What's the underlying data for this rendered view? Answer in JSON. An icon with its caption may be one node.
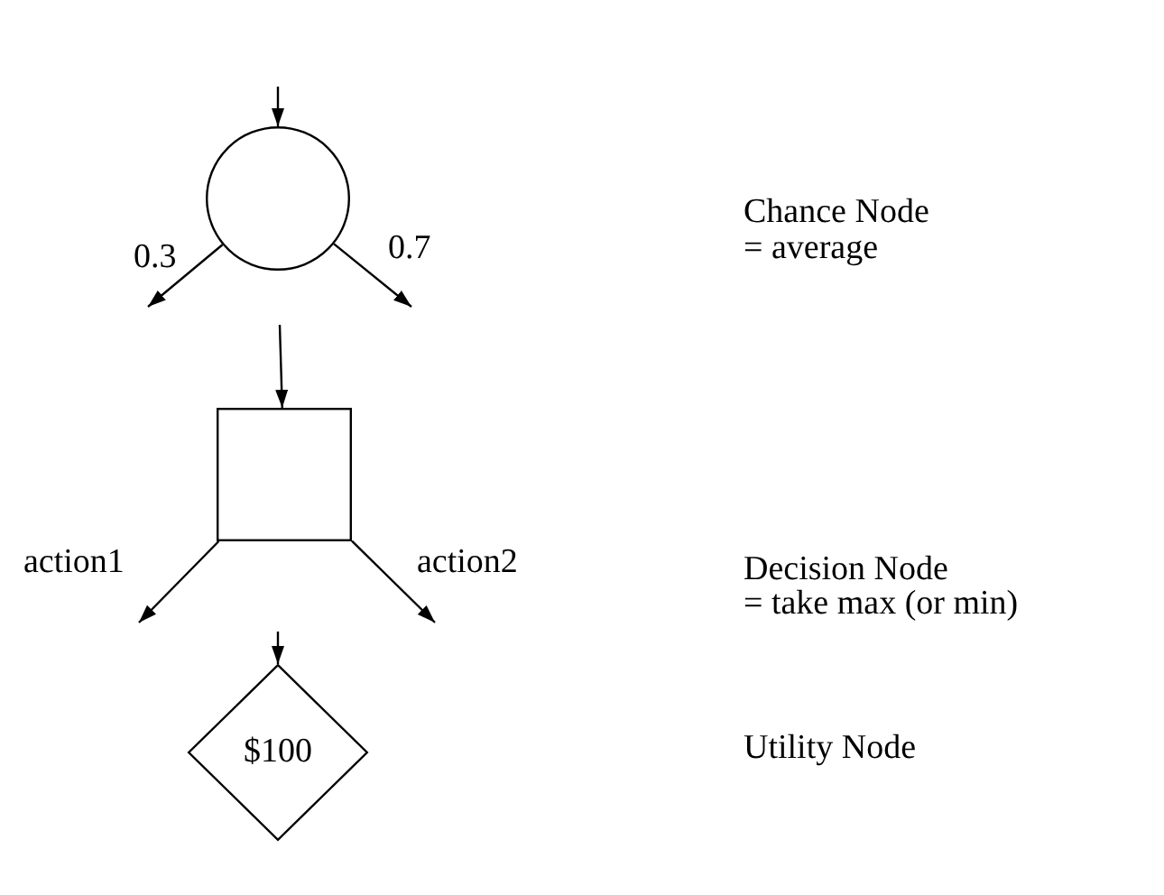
{
  "diagram": {
    "nodes": [
      {
        "text": [],
        "shape": "circle"
      },
      {
        "text": [],
        "shape": "box"
      },
      {
        "text": [
          "$100"
        ]
      }
    ],
    "edges": [
      {
        "from": null,
        "to": 0,
        "arrow": "to"
      },
      {
        "from": 0,
        "to": null,
        "arrow": "to",
        "label": "0.3"
      },
      {
        "from": 0,
        "to": null,
        "arrow": "to",
        "label": "0.7"
      },
      {
        "from": null,
        "to": 1,
        "arrow": "to"
      },
      {
        "from": 1,
        "to": null,
        "arrow": "to",
        "label": "action1"
      },
      {
        "from": 1,
        "to": null,
        "arrow": "to",
        "label": "action2"
      },
      {
        "from": null,
        "to": 2,
        "arrow": "to"
      }
    ],
    "labels": [
      "Chance Node",
      "= average",
      "Decision Node",
      "= take max (or min)",
      "Utility Node"
    ]
  }
}
